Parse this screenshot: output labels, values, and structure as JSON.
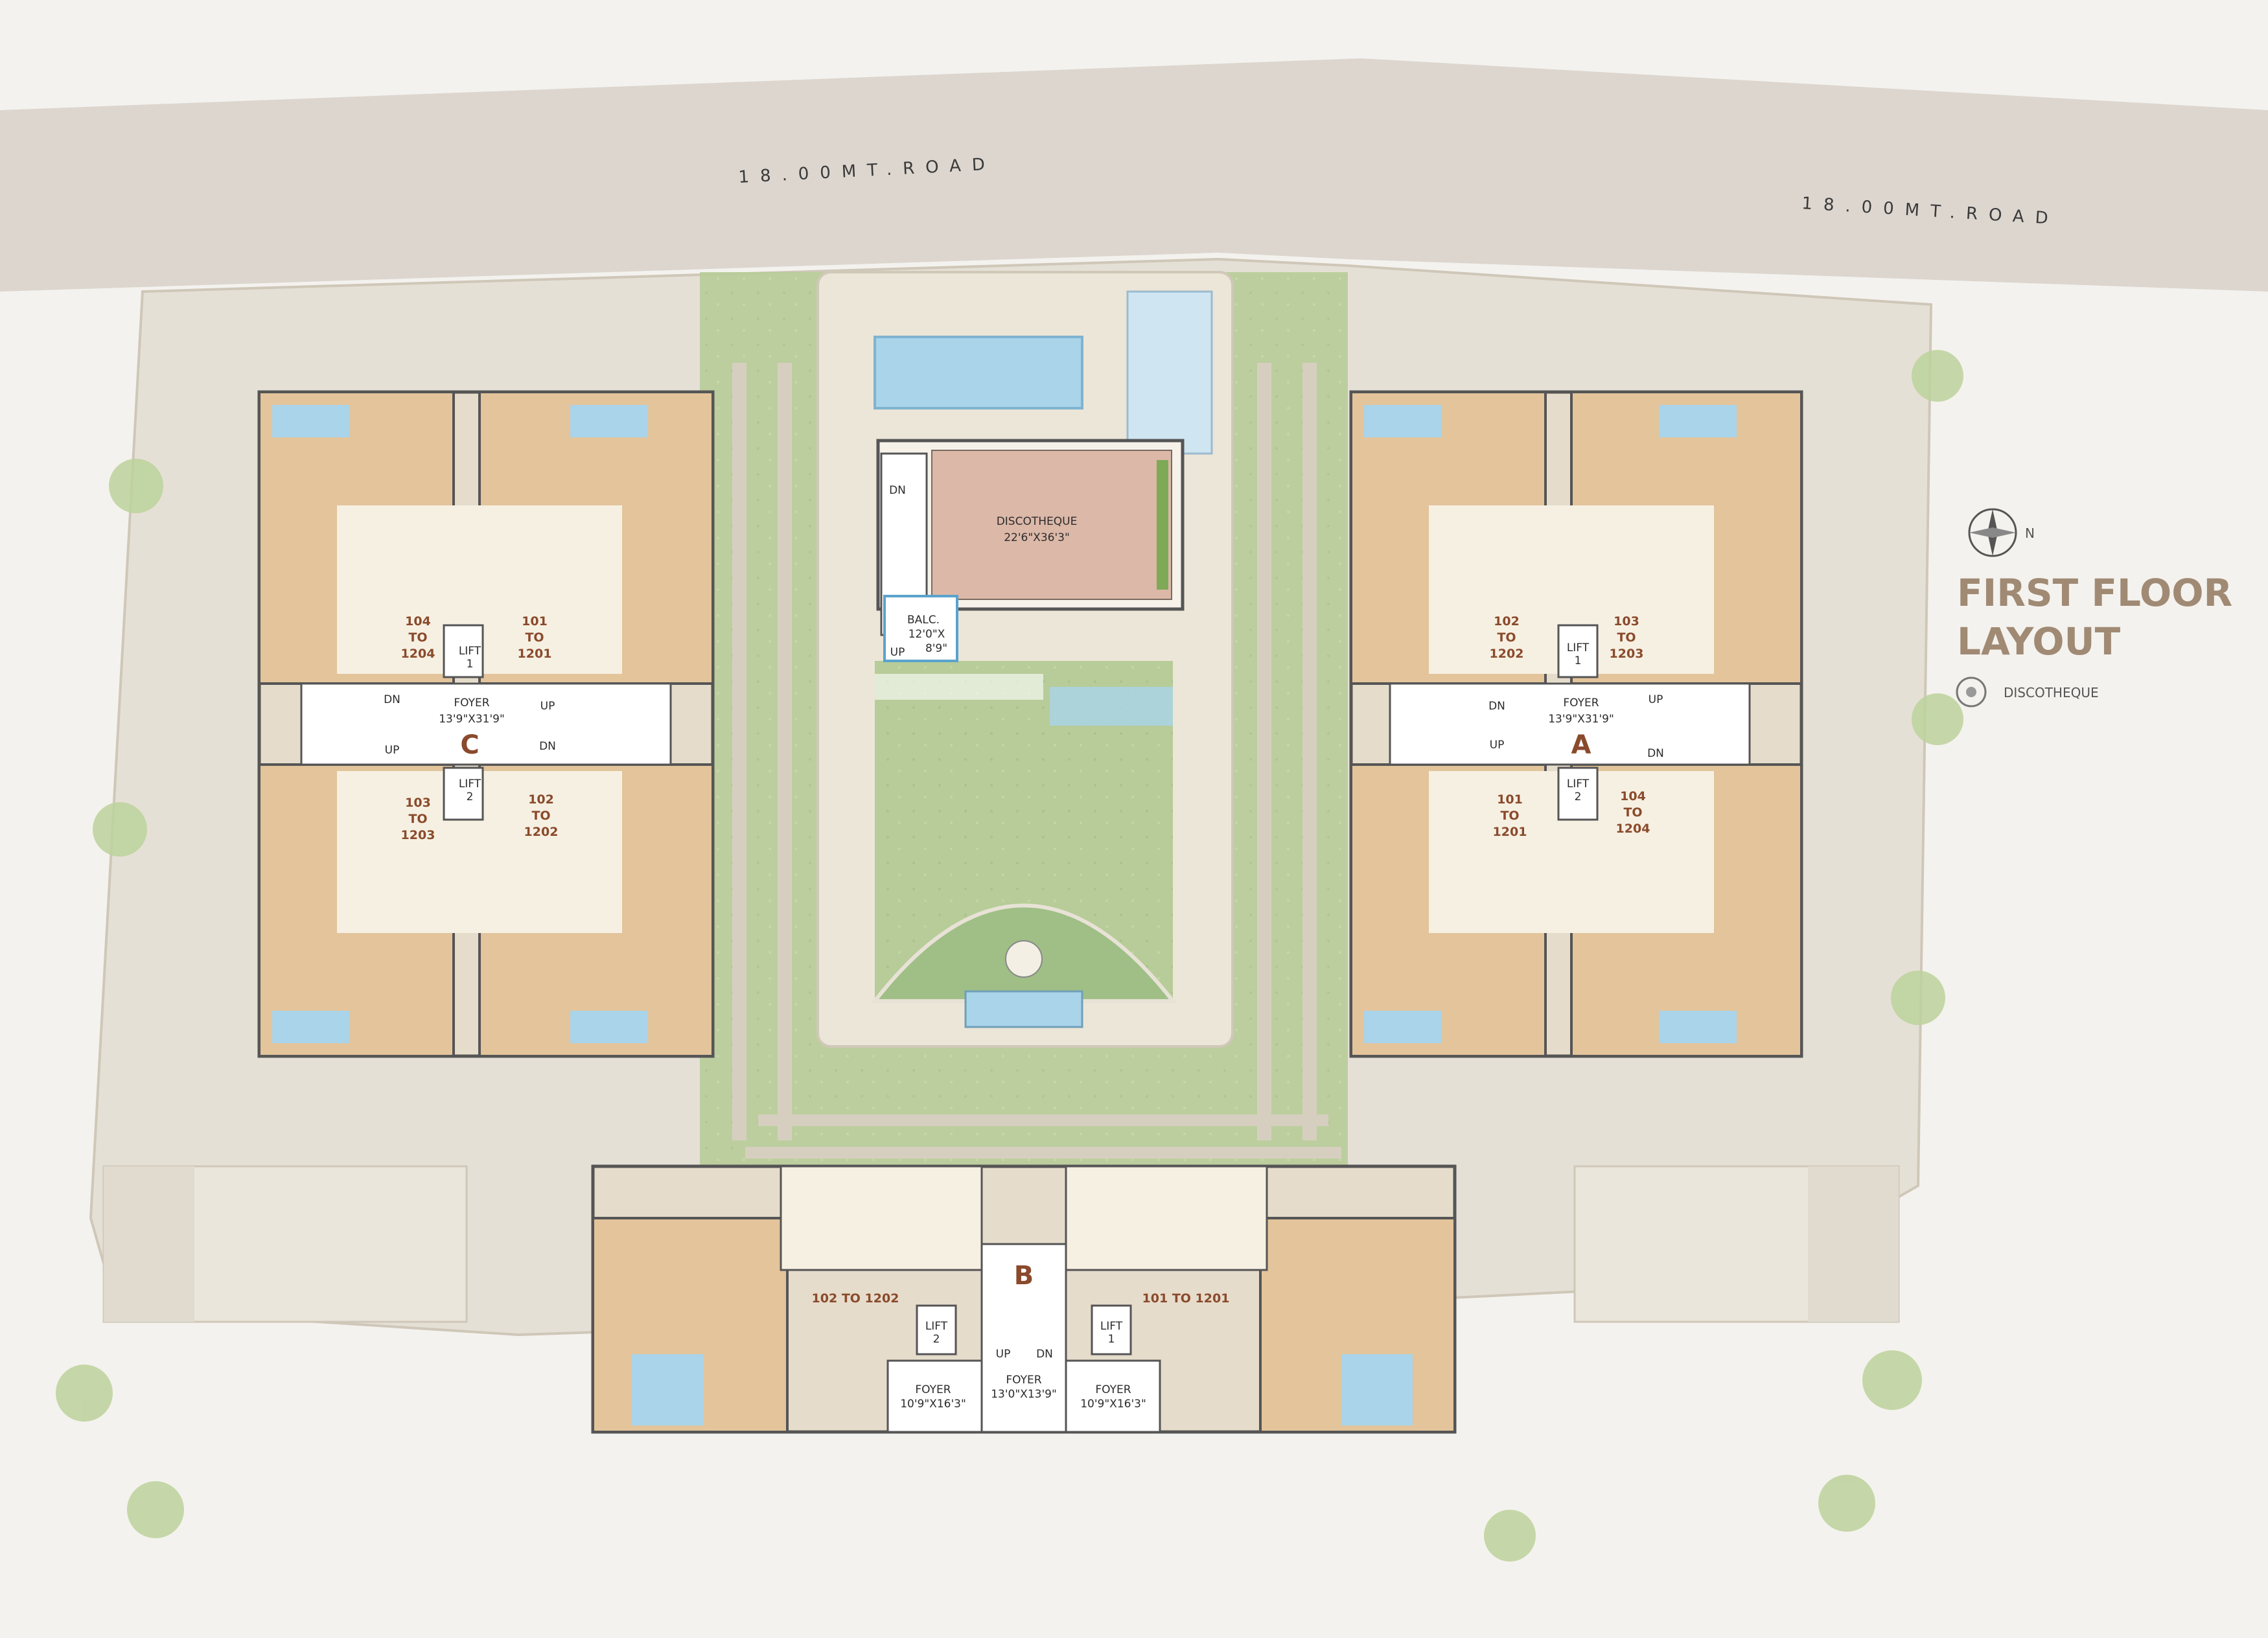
{
  "roads": {
    "left_label": "18.00MT.ROAD",
    "right_label": "18.00MT.ROAD"
  },
  "title": {
    "line1": "FIRST FLOOR",
    "line2": "LAYOUT"
  },
  "compass": {
    "label": "N"
  },
  "legend": {
    "discotheque_label": "DISCOTHEQUE"
  },
  "clubhouse": {
    "name": "DISCOTHEQUE",
    "size": "22'6\"X36'3\"",
    "dn_label": "DN",
    "up_label": "UP",
    "balcony_label": "BALC.",
    "balcony_size_1": "12'0\"X",
    "balcony_size_2": "8'9\""
  },
  "tower_c": {
    "letter": "C",
    "units": [
      {
        "num": "104",
        "to": "TO",
        "end": "1204"
      },
      {
        "num": "101",
        "to": "TO",
        "end": "1201"
      },
      {
        "num": "103",
        "to": "TO",
        "end": "1203"
      },
      {
        "num": "102",
        "to": "TO",
        "end": "1202"
      }
    ],
    "lift1": {
      "l1": "LIFT",
      "l2": "1"
    },
    "lift2": {
      "l1": "LIFT",
      "l2": "2"
    },
    "foyer": "FOYER",
    "foyer_size": "13'9\"X31'9\"",
    "dn": "DN",
    "up": "UP"
  },
  "tower_a": {
    "letter": "A",
    "units": [
      {
        "num": "102",
        "to": "TO",
        "end": "1202"
      },
      {
        "num": "103",
        "to": "TO",
        "end": "1203"
      },
      {
        "num": "101",
        "to": "TO",
        "end": "1201"
      },
      {
        "num": "104",
        "to": "TO",
        "end": "1204"
      }
    ],
    "lift1": {
      "l1": "LIFT",
      "l2": "1"
    },
    "lift2": {
      "l1": "LIFT",
      "l2": "2"
    },
    "foyer": "FOYER",
    "foyer_size": "13'9\"X31'9\"",
    "dn": "DN",
    "up": "UP"
  },
  "tower_b": {
    "letter": "B",
    "unit_left": "102 TO 1202",
    "unit_right": "101 TO 1201",
    "lift2": {
      "l1": "LIFT",
      "l2": "2"
    },
    "lift1": {
      "l1": "LIFT",
      "l2": "1"
    },
    "up": "UP",
    "dn": "DN",
    "foyer_left": "FOYER",
    "foyer_left_size": "10'9\"X16'3\"",
    "foyer_mid": "FOYER",
    "foyer_mid_size": "13'0\"X13'9\"",
    "foyer_right": "FOYER",
    "foyer_right_size": "10'9\"X16'3\""
  },
  "colors": {
    "road": "#dcd6cf",
    "site": "#e5e0d6",
    "green": "#b9cf9c",
    "room_tan": "#e3c49b",
    "room_beige": "#e6dccb",
    "bath_blue": "#a9d4ea",
    "wall": "#555555",
    "accent": "#8a4a2c"
  }
}
